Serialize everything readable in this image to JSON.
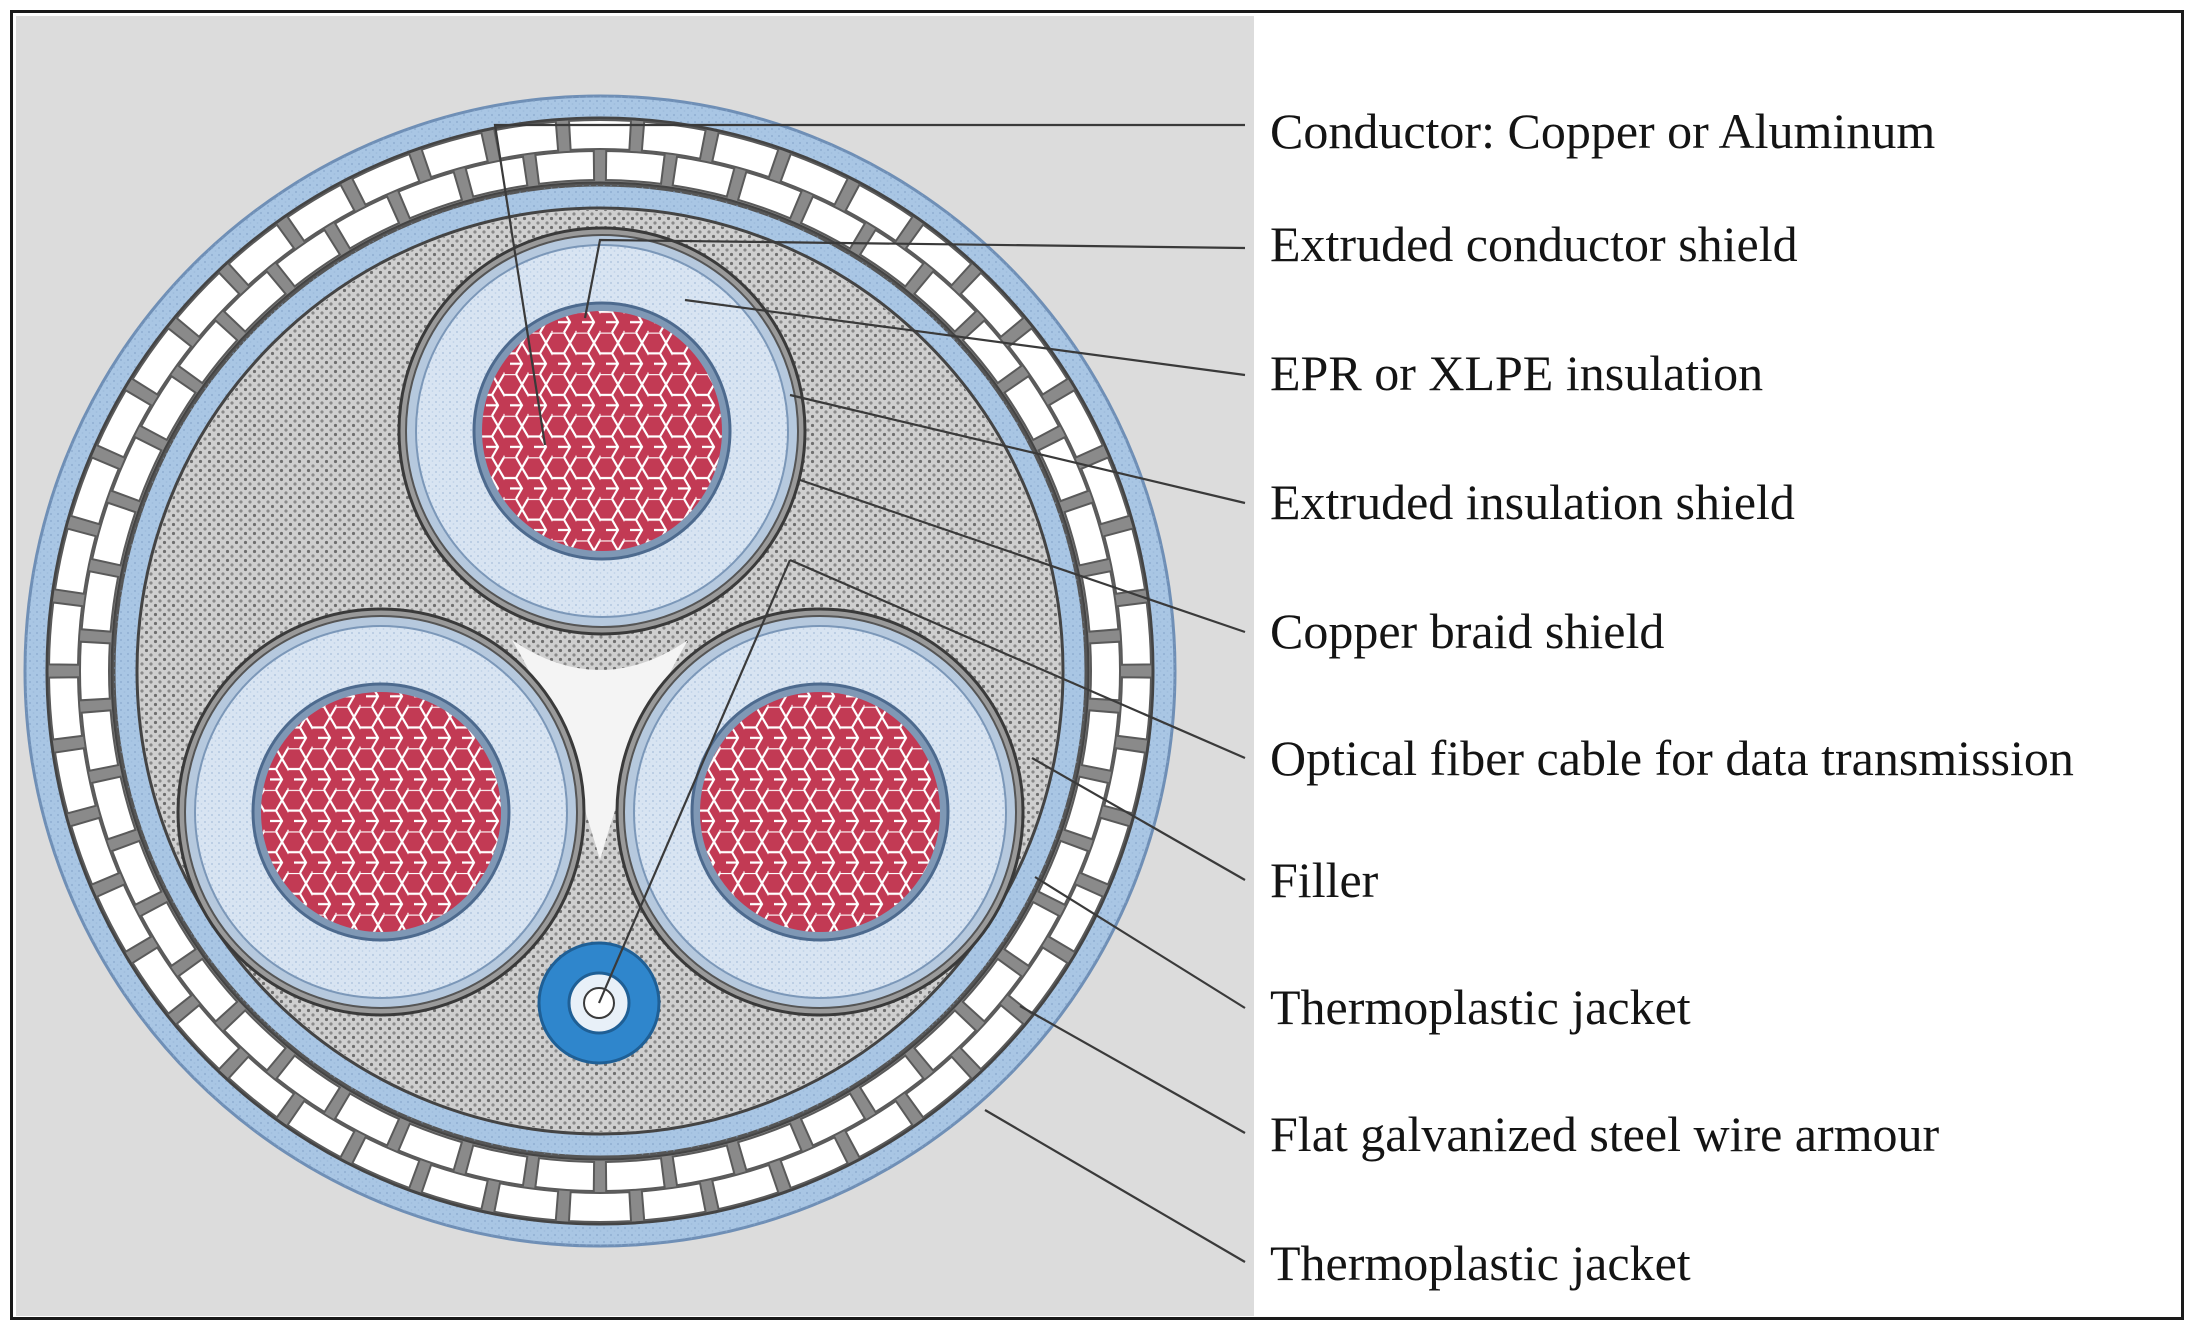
{
  "colors": {
    "panel_background": "#dcdcdc",
    "jacket_blue": "#a9c6e4",
    "insulation_blue": "#d8e4f2",
    "conductor_red": "#c23a54",
    "optical_fiber_blue": "#2f86cc",
    "filler_grey": "#c4c4c4",
    "leader_line": "#3a3a3a"
  },
  "labels": [
    {
      "id": "conductor",
      "text": "Conductor: Copper or Aluminum"
    },
    {
      "id": "extruded-conductor-shield",
      "text": "Extruded conductor shield"
    },
    {
      "id": "insulation",
      "text": "EPR or XLPE insulation"
    },
    {
      "id": "extruded-insulation-shield",
      "text": "Extruded insulation shield"
    },
    {
      "id": "copper-braid-shield",
      "text": "Copper braid shield"
    },
    {
      "id": "optical-fiber",
      "text": "Optical fiber cable for data transmission"
    },
    {
      "id": "filler",
      "text": "Filler"
    },
    {
      "id": "inner-thermoplastic-jacket",
      "text": "Thermoplastic jacket"
    },
    {
      "id": "steel-wire-armour",
      "text": "Flat galvanized steel wire armour"
    },
    {
      "id": "outer-thermoplastic-jacket",
      "text": "Thermoplastic jacket"
    }
  ]
}
